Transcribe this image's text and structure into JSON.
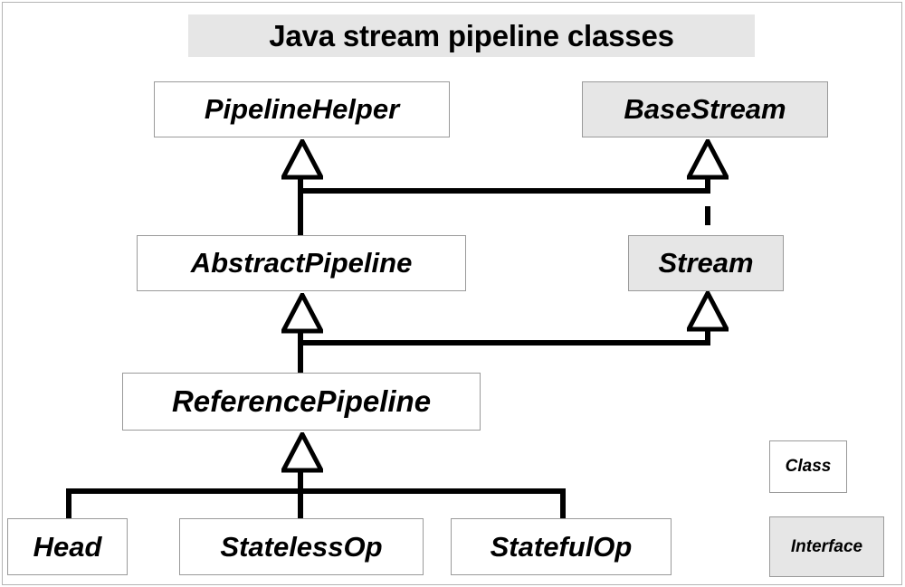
{
  "title": "Java stream pipeline classes",
  "colors": {
    "class_fill": "#ffffff",
    "interface_fill": "#e6e6e6",
    "box_border": "#9a9a9a",
    "connector": "#000000",
    "title_highlight": "#e6e6e6",
    "page_border": "#b4b4b4"
  },
  "nodes": {
    "pipeline_helper": {
      "label": "PipelineHelper",
      "kind": "interface-styled-class"
    },
    "base_stream": {
      "label": "BaseStream",
      "kind": "interface"
    },
    "abstract_pipeline": {
      "label": "AbstractPipeline",
      "kind": "class"
    },
    "stream": {
      "label": "Stream",
      "kind": "interface"
    },
    "reference_pipeline": {
      "label": "ReferencePipeline",
      "kind": "class"
    },
    "head": {
      "label": "Head",
      "kind": "class"
    },
    "stateless_op": {
      "label": "StatelessOp",
      "kind": "class"
    },
    "stateful_op": {
      "label": "StatefulOp",
      "kind": "class"
    }
  },
  "legend": {
    "class": "Class",
    "interface": "Interface"
  },
  "relationships": [
    {
      "from": "AbstractPipeline",
      "to": "PipelineHelper",
      "type": "generalization",
      "line": "solid"
    },
    {
      "from": "AbstractPipeline",
      "to": "BaseStream",
      "type": "generalization",
      "line": "solid"
    },
    {
      "from": "Stream",
      "to": "BaseStream",
      "type": "realization",
      "line": "dashed"
    },
    {
      "from": "ReferencePipeline",
      "to": "AbstractPipeline",
      "type": "generalization",
      "line": "solid"
    },
    {
      "from": "ReferencePipeline",
      "to": "Stream",
      "type": "generalization",
      "line": "solid"
    },
    {
      "from": "Head",
      "to": "ReferencePipeline",
      "type": "generalization",
      "line": "solid"
    },
    {
      "from": "StatelessOp",
      "to": "ReferencePipeline",
      "type": "generalization",
      "line": "solid"
    },
    {
      "from": "StatefulOp",
      "to": "ReferencePipeline",
      "type": "generalization",
      "line": "solid"
    }
  ]
}
